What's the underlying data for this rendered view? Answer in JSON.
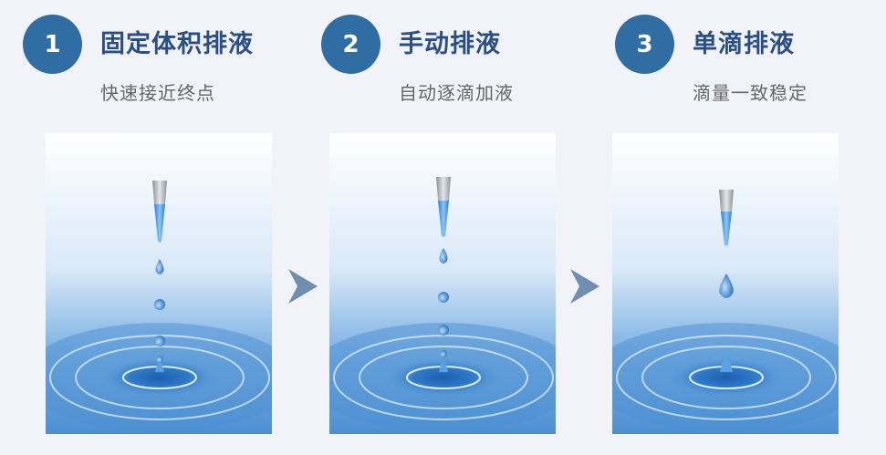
{
  "steps": [
    {
      "number": "1",
      "title": "固定体积排液",
      "subtitle": "快速接近终点"
    },
    {
      "number": "2",
      "title": "手动排液",
      "subtitle": "自动逐滴加液"
    },
    {
      "number": "3",
      "title": "单滴排液",
      "subtitle": "滴量一致稳定"
    }
  ],
  "colors": {
    "badge": "#2f6da3",
    "title": "#2a4f86",
    "subtitle": "#666666",
    "arrow": "#6f8fb0",
    "water": "#2c78c8"
  },
  "icons": [
    "pipette-tip-icon",
    "water-drop-icon",
    "ripple-icon",
    "chevron-right-icon"
  ]
}
